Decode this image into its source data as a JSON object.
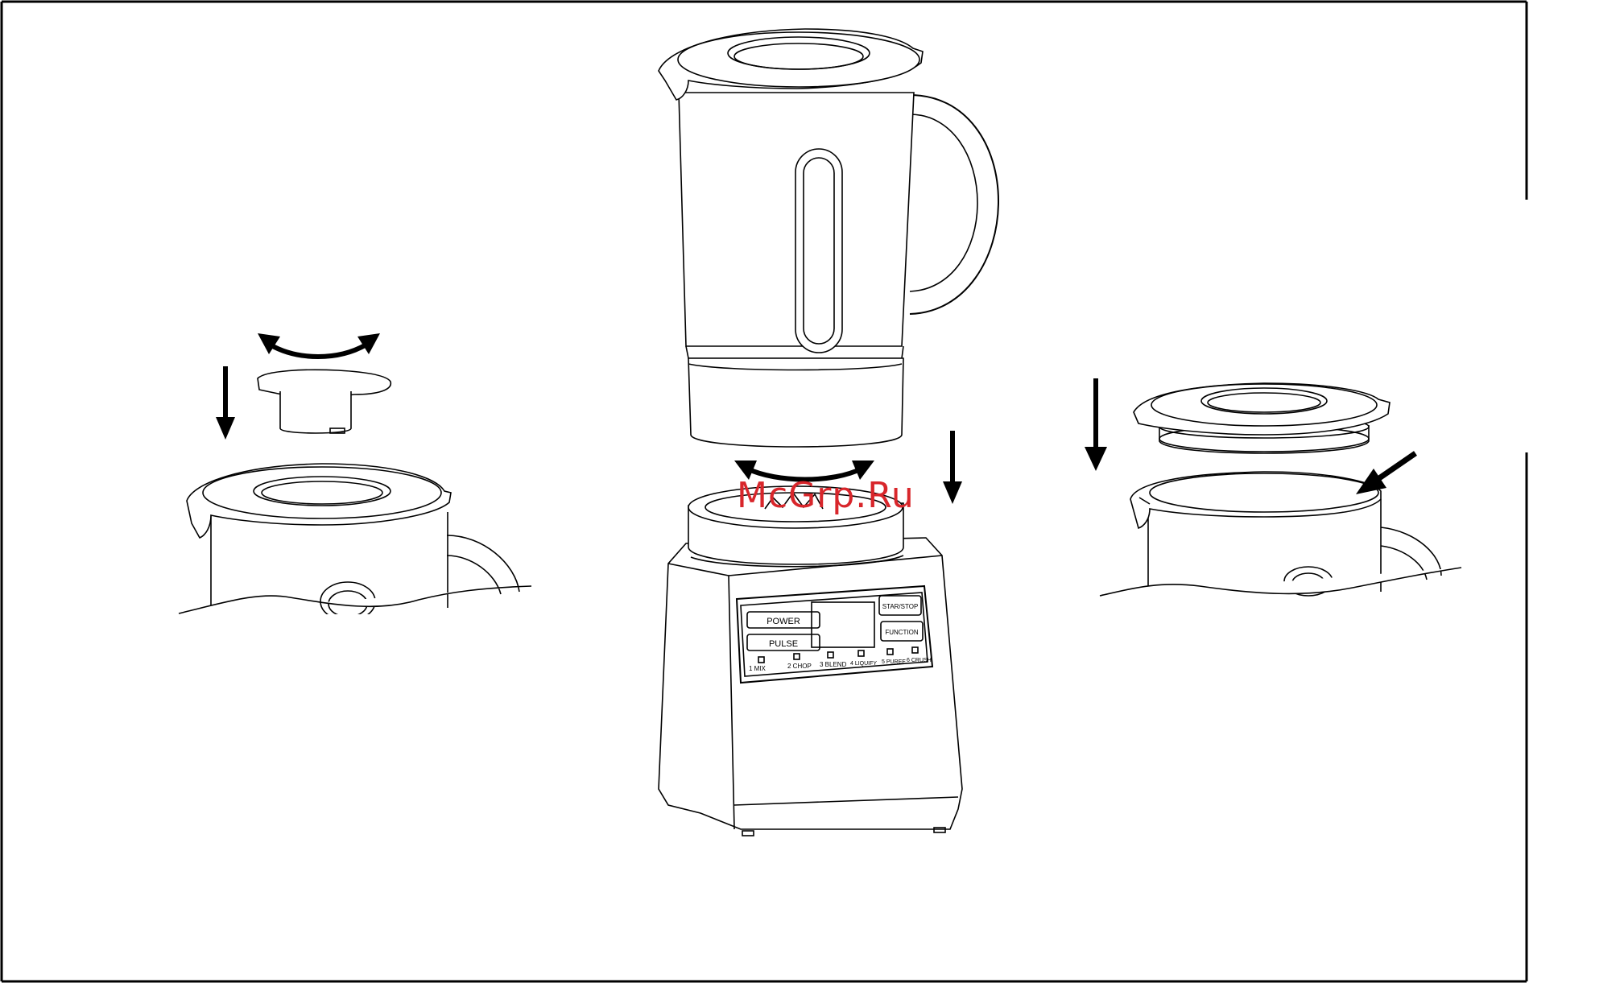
{
  "panel": {
    "power": "POWER",
    "pulse": "PULSE",
    "start_stop": "STAR/STOP",
    "function": "FUNCTION",
    "modes": [
      "1 MIX",
      "2 CHOP",
      "3 BLEND",
      "4 LIQUIFY",
      "5 PUREE",
      "6 CRUSH"
    ]
  },
  "watermark": "McGrp.Ru",
  "colors": {
    "line": "#000000",
    "watermark": "#d8262b",
    "background": "#ffffff"
  },
  "icons": [
    "curved-double-arrow-icon",
    "down-arrow-icon",
    "diagonal-arrow-icon"
  ]
}
